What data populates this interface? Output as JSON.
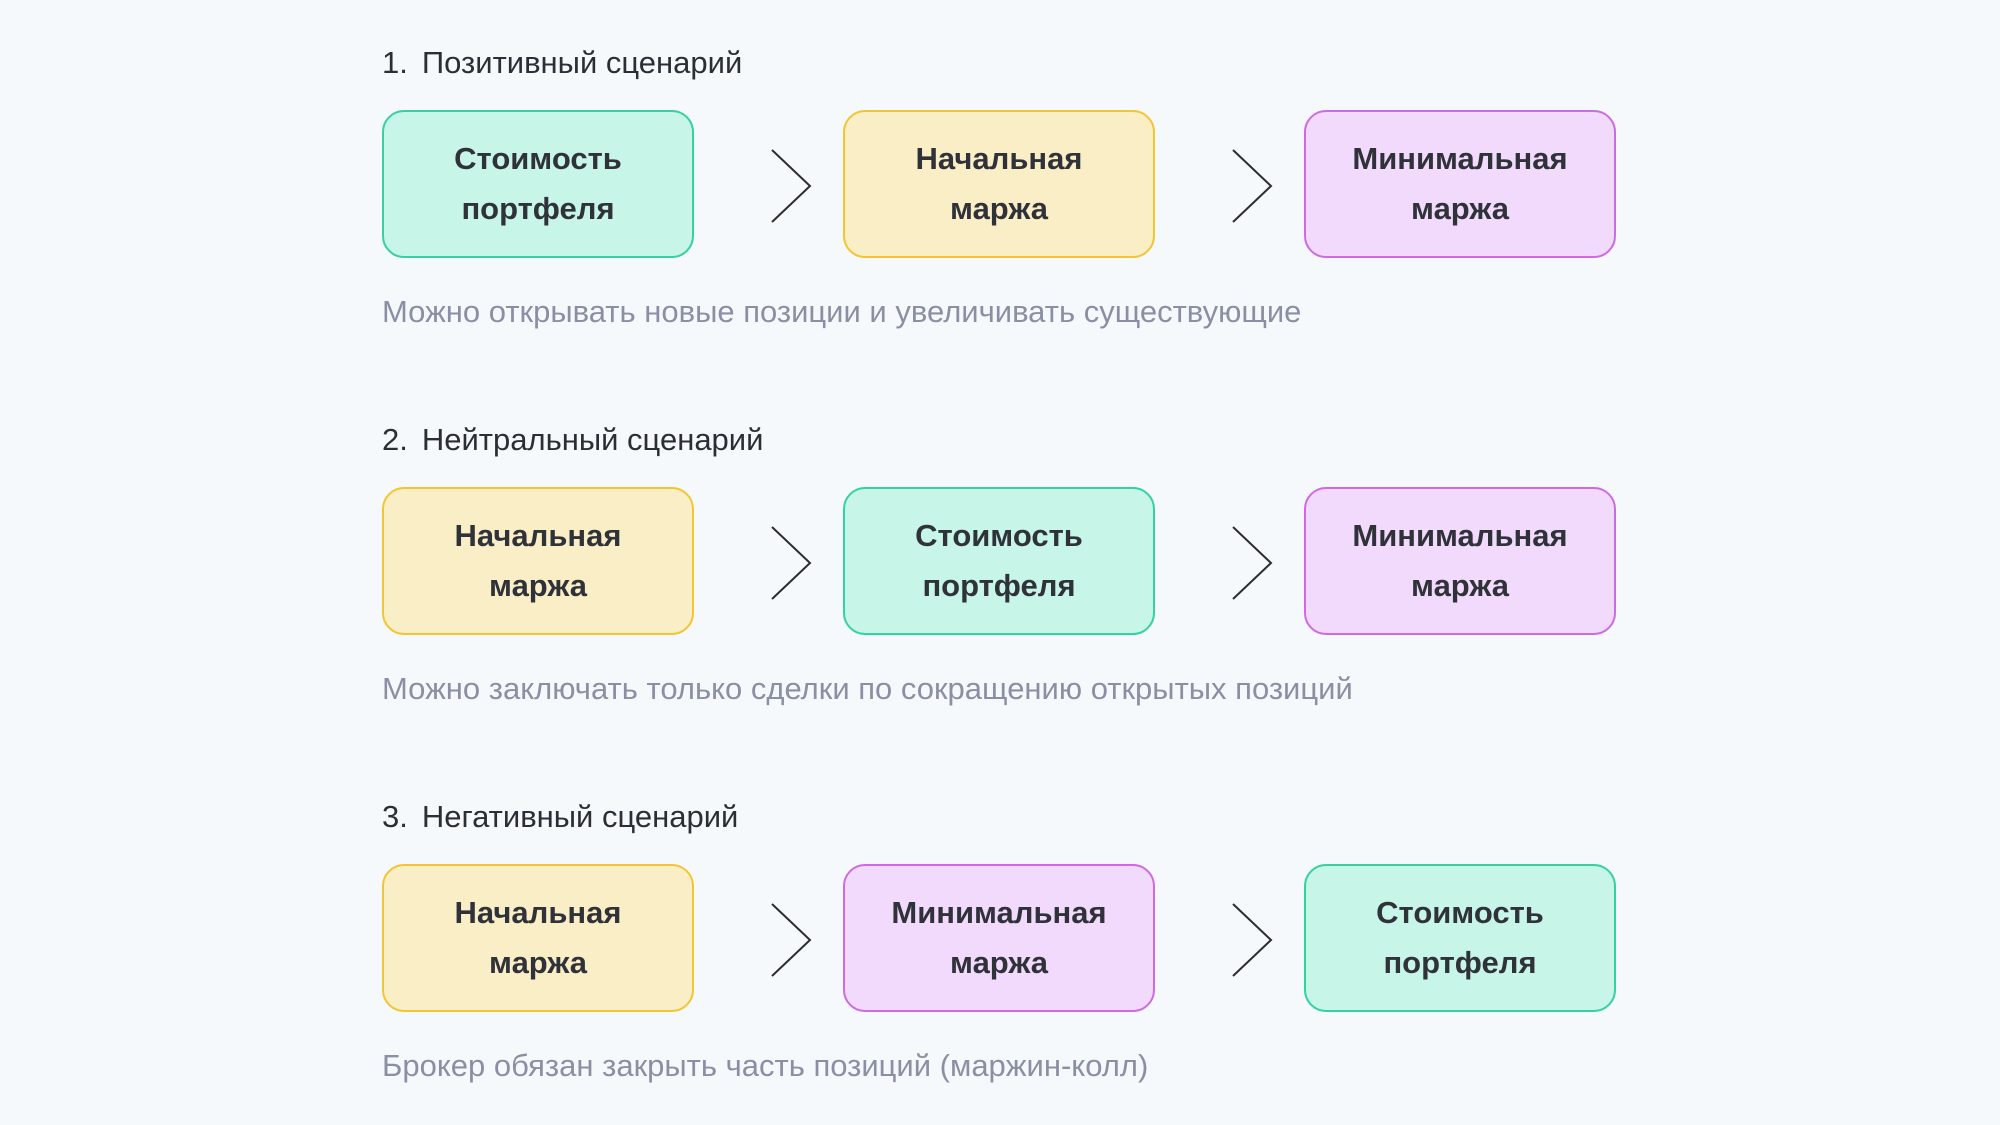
{
  "colors": {
    "background": "#f6f9fc",
    "green_fill": "#c7f5e8",
    "green_border": "#35d19f",
    "yellow_fill": "#faeec6",
    "yellow_border": "#f2c531",
    "purple_fill": "#f1dafb",
    "purple_border": "#cf6ae6",
    "caption": "#8b8fa3"
  },
  "icons": {
    "arrow": "chevron-right-icon"
  },
  "scenarios": [
    {
      "number": "1.",
      "title": "Позитивный сценарий",
      "boxes": [
        {
          "line1": "Стоимость",
          "line2": "портфеля",
          "color": "green"
        },
        {
          "line1": "Начальная",
          "line2": "маржа",
          "color": "yellow"
        },
        {
          "line1": "Минимальная",
          "line2": "маржа",
          "color": "purple"
        }
      ],
      "caption": "Можно открывать новые позиции и увеличивать существующие"
    },
    {
      "number": "2.",
      "title": "Нейтральный сценарий",
      "boxes": [
        {
          "line1": "Начальная",
          "line2": "маржа",
          "color": "yellow"
        },
        {
          "line1": "Стоимость",
          "line2": "портфеля",
          "color": "green"
        },
        {
          "line1": "Минимальная",
          "line2": "маржа",
          "color": "purple"
        }
      ],
      "caption": "Можно заключать только сделки по сокращению открытых позиций"
    },
    {
      "number": "3.",
      "title": "Негативный сценарий",
      "boxes": [
        {
          "line1": "Начальная",
          "line2": "маржа",
          "color": "yellow"
        },
        {
          "line1": "Минимальная",
          "line2": "маржа",
          "color": "purple"
        },
        {
          "line1": "Стоимость",
          "line2": "портфеля",
          "color": "green"
        }
      ],
      "caption": "Брокер обязан закрыть часть позиций (маржин-колл)"
    }
  ]
}
